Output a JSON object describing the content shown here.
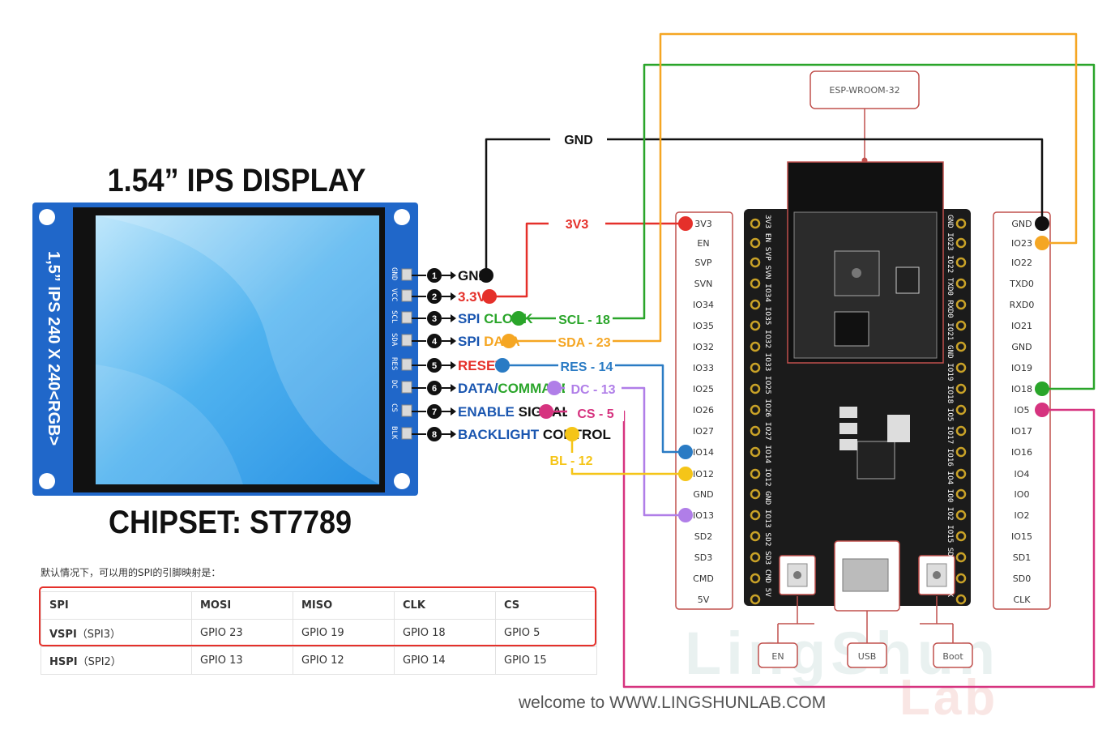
{
  "display": {
    "title": "1.54” IPS DISPLAY",
    "chipset": "CHIPSET: ST7789",
    "side_label": "1,5” IPS 240 X 240<RGB>",
    "pins": [
      {
        "num": "1",
        "pcb": "GND",
        "name": "GND",
        "name2": "",
        "wire": "GND",
        "color": "#111111"
      },
      {
        "num": "2",
        "pcb": "VCC",
        "name": "3.3V",
        "name2": "",
        "wire": "3V3",
        "color": "#e5302a"
      },
      {
        "num": "3",
        "pcb": "SCL",
        "name": "SPI ",
        "name2": "CLOCK",
        "wire": "SCL - 18",
        "color": "#2aa52a"
      },
      {
        "num": "4",
        "pcb": "SDA",
        "name": "SPI ",
        "name2": "DATA",
        "wire": "SDA - 23",
        "color": "#f5a623"
      },
      {
        "num": "5",
        "pcb": "RES",
        "name": "RESET",
        "name2": "",
        "wire": "RES - 14",
        "color": "#2a7bc4"
      },
      {
        "num": "6",
        "pcb": "DC",
        "name": "DATA/",
        "name2": "COMMAND",
        "wire": "DC - 13",
        "color": "#b07ee8"
      },
      {
        "num": "7",
        "pcb": "CS",
        "name": "ENABLE ",
        "name2": "SIGNAL",
        "wire": "CS - 5",
        "color": "#d6337f"
      },
      {
        "num": "8",
        "pcb": "BLK",
        "name": "BACKLIGHT ",
        "name2": "CONTROL",
        "wire": "BL - 12",
        "color": "#f5c518"
      }
    ]
  },
  "esp32": {
    "module_label": "ESP-WROOM-32",
    "left_pins": [
      "3V3",
      "EN",
      "SVP",
      "SVN",
      "IO34",
      "IO35",
      "IO32",
      "IO33",
      "IO25",
      "IO26",
      "IO27",
      "IO14",
      "IO12",
      "GND",
      "IO13",
      "SD2",
      "SD3",
      "CMD",
      "5V"
    ],
    "right_pins": [
      "GND",
      "IO23",
      "IO22",
      "TXD0",
      "RXD0",
      "IO21",
      "GND",
      "IO19",
      "IO18",
      "IO5",
      "IO17",
      "IO16",
      "IO4",
      "IO0",
      "IO2",
      "IO15",
      "SD1",
      "SD0",
      "CLK"
    ],
    "board_left_silk": "3V3 EN SVP SVN IO34 IO35 IO32 IO33 IO25 IO26 IO27 IO14 IO12 GND IO13 SD2 SD3 CMD 5V",
    "board_right_silk": "GND IO23 IO22 TXD0 RXD0 IO21 GND IO19 IO18 IO5 IO17 IO16 IO4 IO0 IO2 IO15 SD1 SD0 CLK",
    "buttons": {
      "en": "EN",
      "usb": "USB",
      "boot": "Boot"
    }
  },
  "watermark": {
    "line1": "LingShun",
    "line2": "Lab"
  },
  "spi_table": {
    "note": "默认情况下，可以用的SPI的引脚映射是：",
    "headers": [
      "SPI",
      "MOSI",
      "MISO",
      "CLK",
      "CS"
    ],
    "rows": [
      {
        "bus": "VSPI",
        "alt": "（SPI3）",
        "mosi": "GPIO 23",
        "miso": "GPIO 19",
        "clk": "GPIO 18",
        "cs": "GPIO 5"
      },
      {
        "bus": "HSPI",
        "alt": "（SPI2）",
        "mosi": "GPIO 13",
        "miso": "GPIO 12",
        "clk": "GPIO 14",
        "cs": "GPIO 15"
      }
    ]
  },
  "footer": "welcome to WWW.LINGSHUNLAB.COM"
}
